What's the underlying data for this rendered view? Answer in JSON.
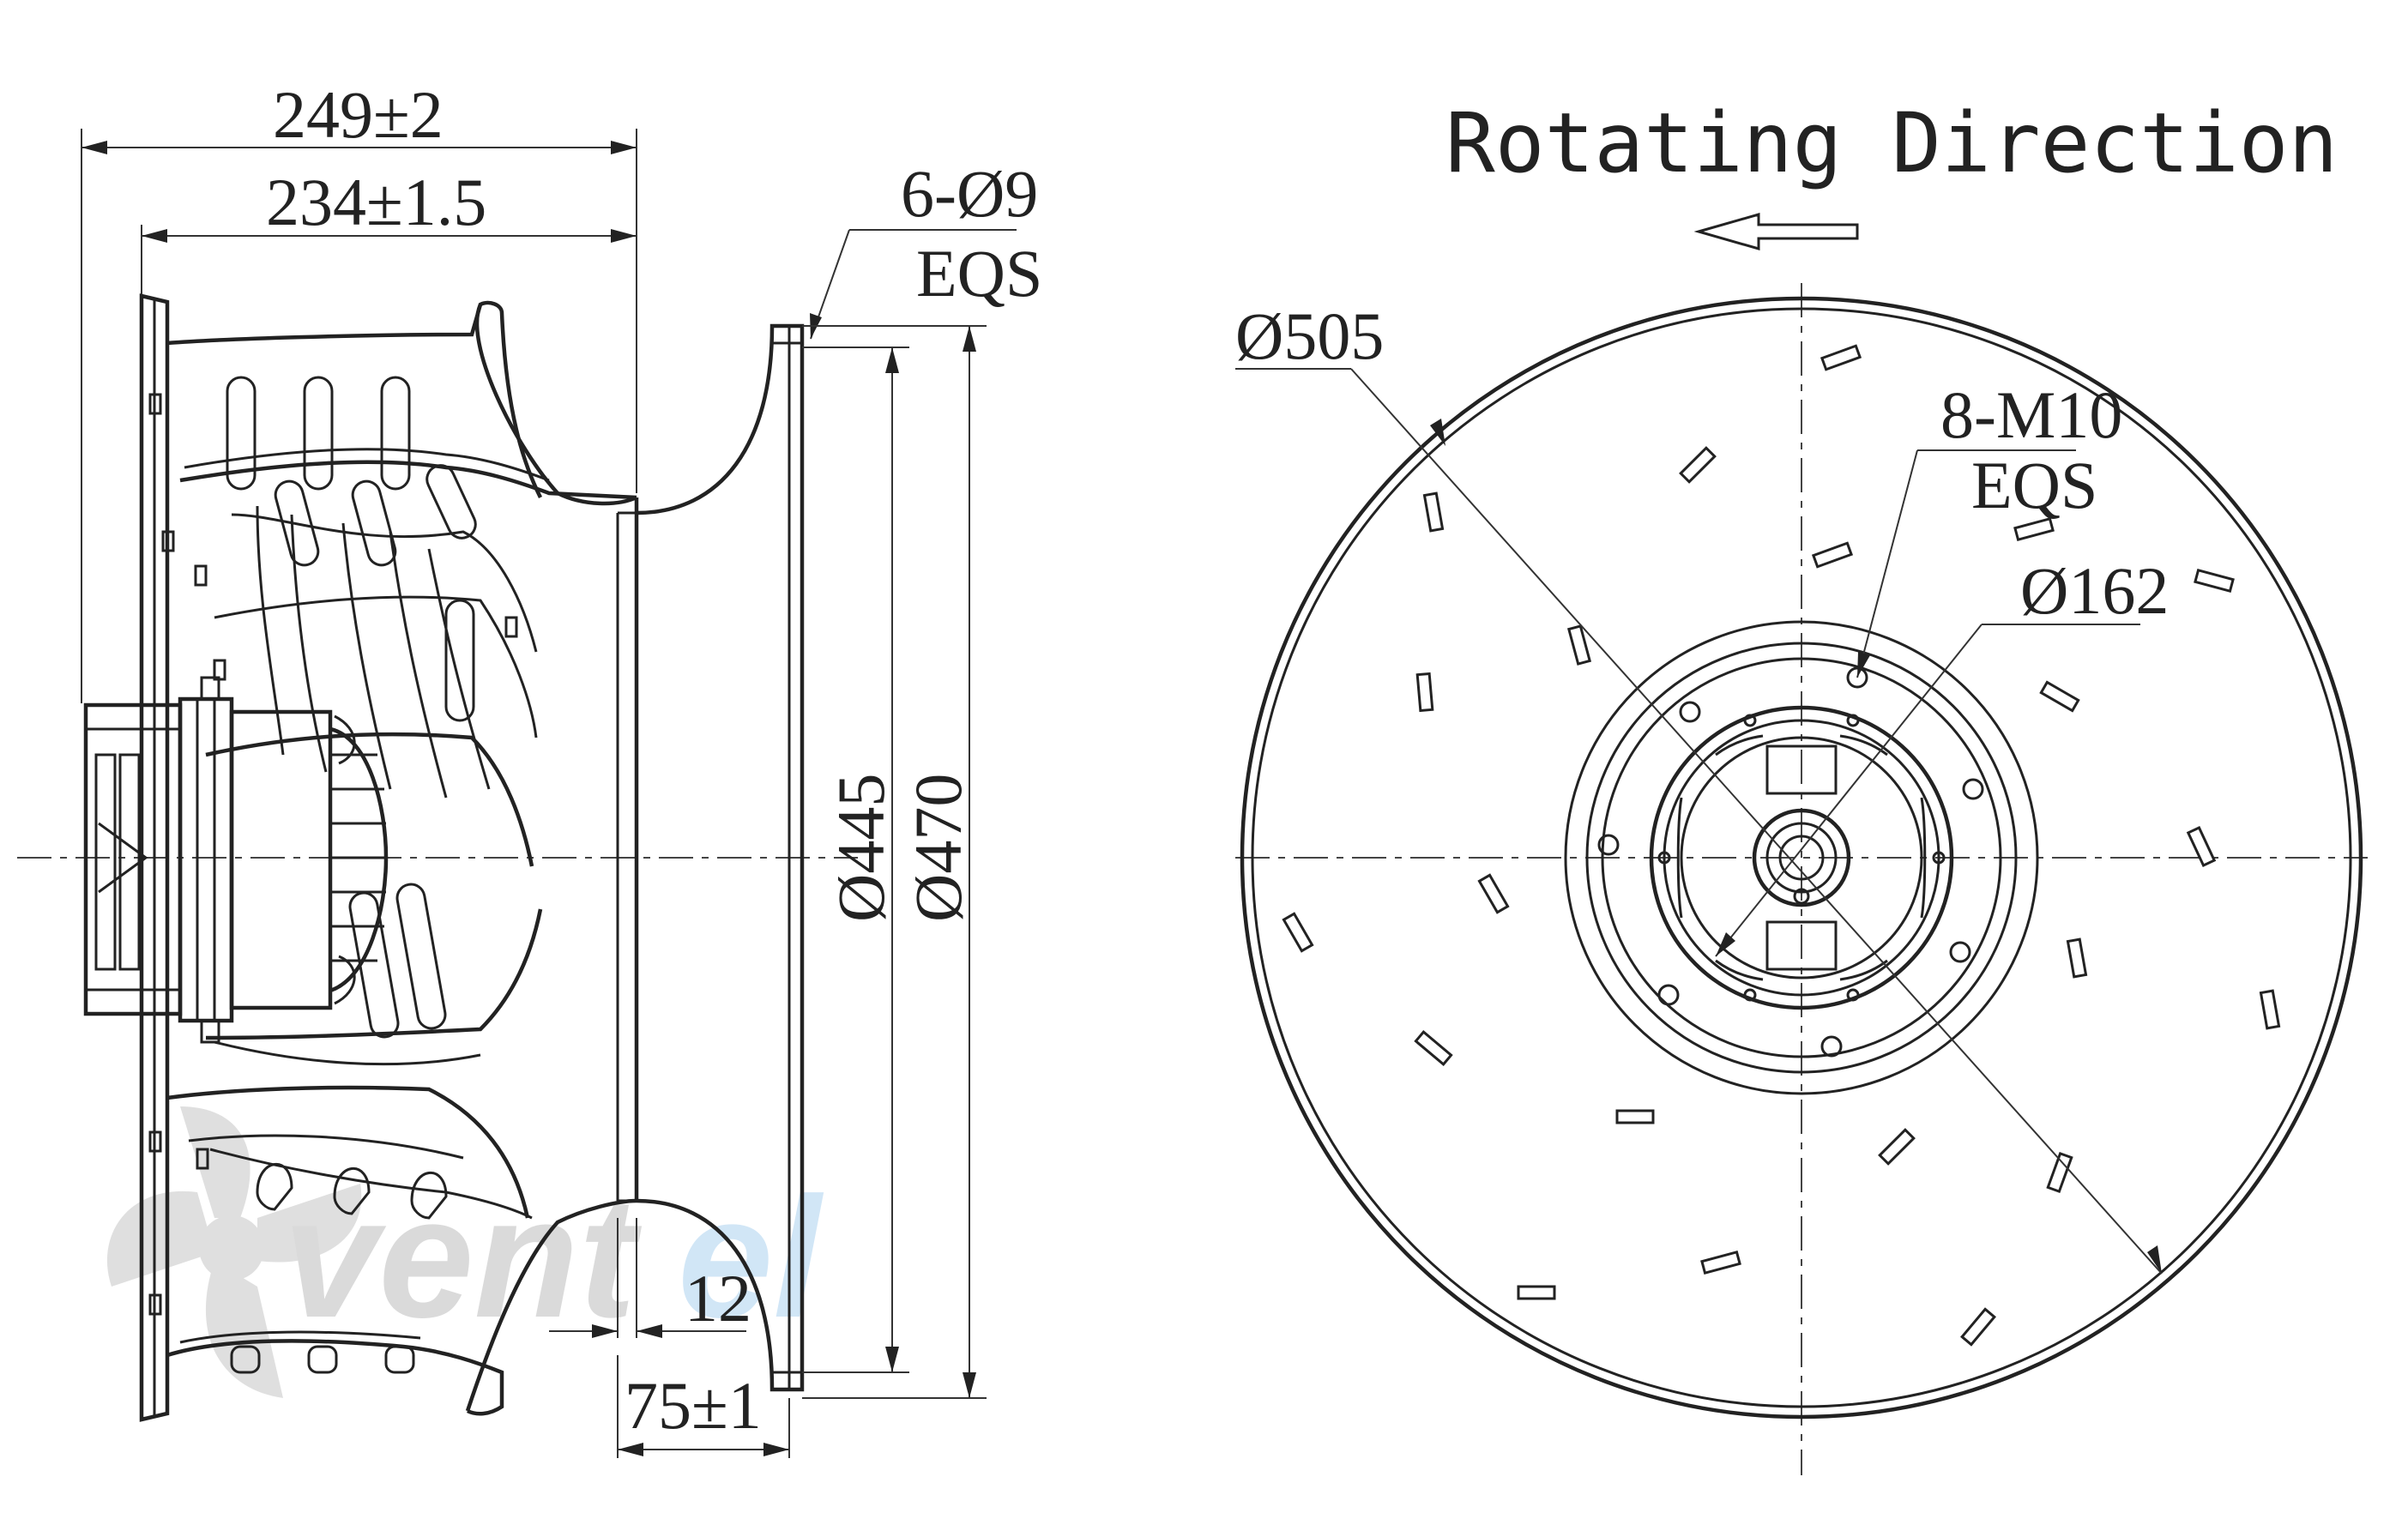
{
  "watermark": {
    "brand_text_1": "vent",
    "brand_text_2": "el"
  },
  "side_view": {
    "overall_length": "249±2",
    "body_length": "234±1.5",
    "mount_holes": "6-Ø9",
    "mount_holes_eqs": "EQS",
    "inlet_diameter": "Ø445",
    "flange_diameter": "Ø470",
    "inlet_offset": "12",
    "inlet_depth": "75±1"
  },
  "front_view": {
    "title": "Rotating Direction",
    "impeller_diameter": "Ø505",
    "motor_bolts": "8-M10",
    "motor_bolts_eqs": "EQS",
    "bolt_circle": "Ø162"
  },
  "colors": {
    "line": "#222222",
    "watermark_gray": "#d9d9d9",
    "watermark_blue": "#cfe6f7"
  }
}
